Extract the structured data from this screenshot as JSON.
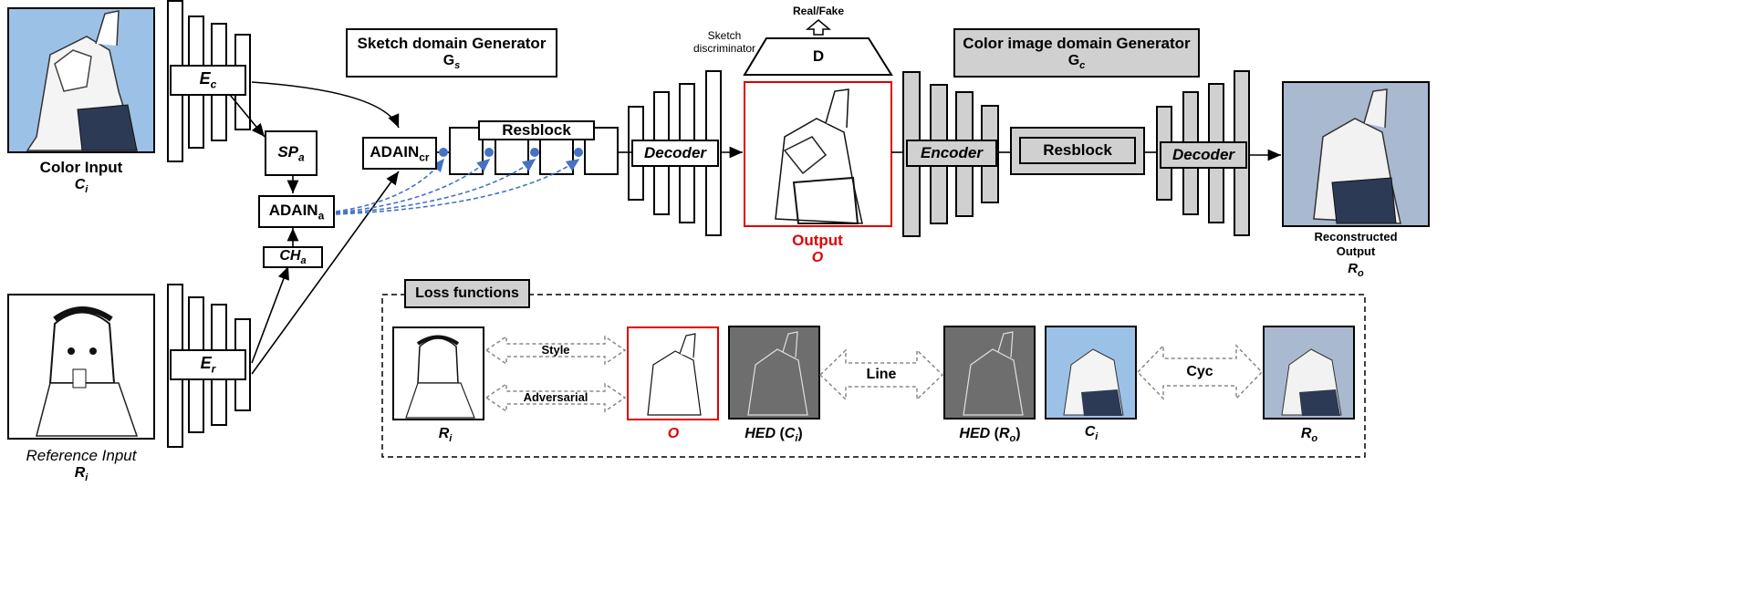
{
  "inputs": {
    "color_input_label": "Color Input",
    "color_input_symbol": "C",
    "color_input_sub": "i",
    "reference_input_label": "Reference Input",
    "reference_input_symbol": "R",
    "reference_input_sub": "i"
  },
  "encoders": {
    "ec_symbol": "E",
    "ec_sub": "c",
    "er_symbol": "E",
    "er_sub": "r"
  },
  "modules": {
    "spa_symbol": "SP",
    "spa_sub": "a",
    "cha_symbol": "CH",
    "cha_sub": "a",
    "adain_a": "ADAIN",
    "adain_a_sub": "a",
    "adain_cr": "ADAIN",
    "adain_cr_sub": "cr",
    "resblock_1": "Resblock",
    "decoder_1": "Decoder",
    "encoder_2": "Encoder",
    "resblock_2": "Resblock",
    "decoder_2": "Decoder"
  },
  "generators": {
    "sketch_title": "Sketch domain Generator",
    "sketch_symbol": "G",
    "sketch_sub": "s",
    "color_title": "Color image domain Generator",
    "color_symbol": "G",
    "color_sub": "c"
  },
  "discriminator": {
    "label_line1": "Sketch",
    "label_line2": "discriminator",
    "symbol": "D",
    "real_fake": "Real/Fake"
  },
  "output": {
    "label": "Output",
    "symbol": "O",
    "reconstructed_line1": "Reconstructed",
    "reconstructed_line2": "Output",
    "reconstructed_symbol": "R",
    "reconstructed_sub": "o"
  },
  "loss": {
    "title": "Loss functions",
    "style": "Style",
    "adversarial": "Adversarial",
    "line": "Line",
    "cyc": "Cyc",
    "ri_symbol": "R",
    "ri_sub": "i",
    "o_symbol": "O",
    "hed_ci_prefix": "HED",
    "hed_ci_symbol": "C",
    "hed_ci_sub": "i",
    "hed_ro_prefix": "HED",
    "hed_ro_symbol": "R",
    "hed_ro_sub": "o",
    "ci_symbol": "C",
    "ci_sub": "i",
    "ro_symbol": "R",
    "ro_sub": "o"
  },
  "colors": {
    "light_blue": "#9bc2e6",
    "gray_fill": "#d0d0d0",
    "dark_gray": "#6e6e6e",
    "red": "#e00000",
    "dashed_blue": "#4472c4"
  }
}
